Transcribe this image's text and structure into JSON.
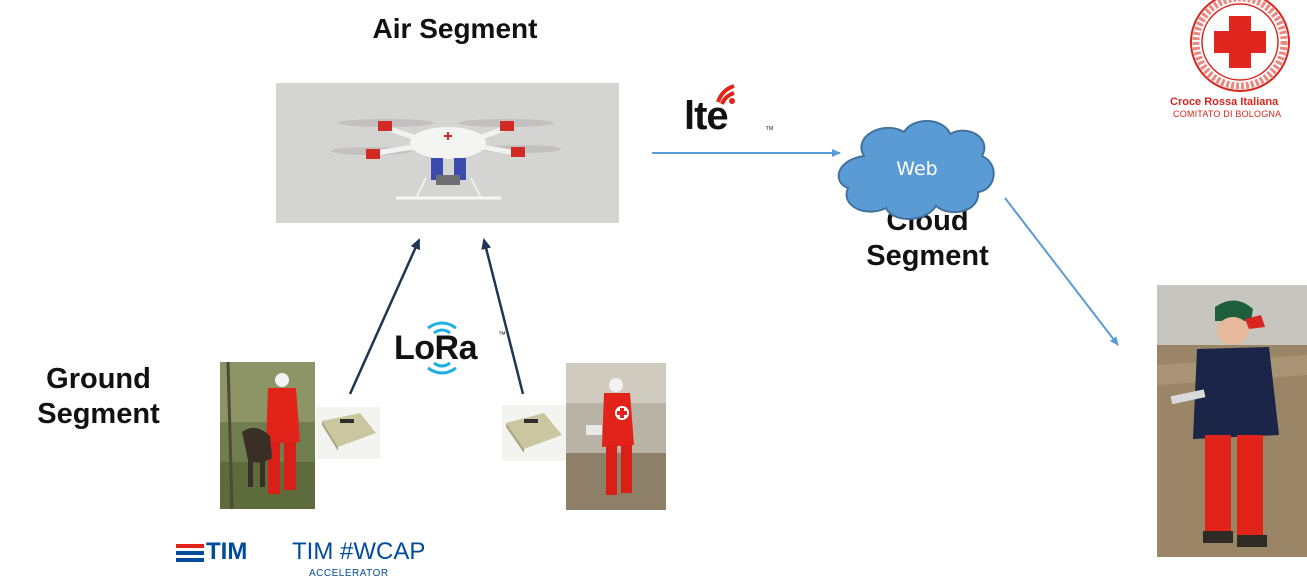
{
  "segments": {
    "air": "Air Segment",
    "cloud_line1": "Cloud",
    "cloud_line2": "Segment",
    "ground_line1": "Ground",
    "ground_line2": "Segment"
  },
  "cloud_label": "Web",
  "logos": {
    "lte": "lte",
    "lte_tm": "TM",
    "lora": "LoRa",
    "lora_tm": "™",
    "cri_name": "Croce Rossa Italiana",
    "cri_sub": "COMITATO DI BOLOGNA",
    "tim": "TIM",
    "wcap": "TIM #WCAP",
    "accelerator": "ACCELERATOR"
  },
  "colors": {
    "arrow_blue": "#5b9bd5",
    "arrow_navy": "#1f3553",
    "cloud_fill": "#5b9bd5",
    "cloud_stroke": "#41719c",
    "red_cross": "#e0261f",
    "tim_blue": "#004b9b",
    "lora_blue": "#1eaee4",
    "lte_red": "#e2231a"
  }
}
